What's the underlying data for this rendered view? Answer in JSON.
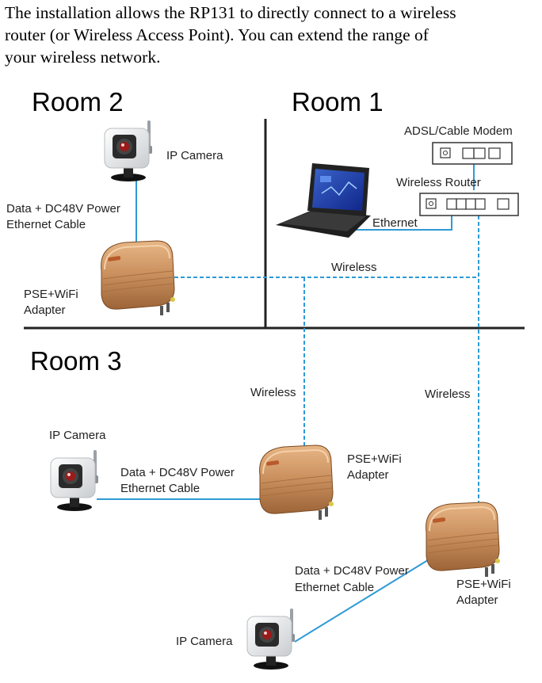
{
  "intro": {
    "line1": "The installation allows the RP131 to directly connect to a wireless",
    "line2": "router (or Wireless Access Point). You can extend the range of",
    "line3": "your wireless network."
  },
  "rooms": {
    "room1": "Room 1",
    "room2": "Room 2",
    "room3": "Room 3"
  },
  "labels": {
    "camera_room2": "IP Camera",
    "cable_room2_line1": "Data + DC48V Power",
    "cable_room2_line2": "Ethernet Cable",
    "adapter_room2_line1": "PSE+WiFi",
    "adapter_room2_line2": "Adapter",
    "modem": "ADSL/Cable Modem",
    "router": "Wireless Router",
    "ethernet": "Ethernet",
    "wireless_top": "Wireless",
    "wireless_left": "Wireless",
    "wireless_right": "Wireless",
    "camera_room3a": "IP Camera",
    "cable_room3a_line1": "Data + DC48V Power",
    "cable_room3a_line2": "Ethernet Cable",
    "adapter_room3a_line1": "PSE+WiFi",
    "adapter_room3a_line2": "Adapter",
    "cable_room3b_line1": "Data + DC48V Power",
    "cable_room3b_line2": "Ethernet Cable",
    "adapter_room3b_line1": "PSE+WiFi",
    "adapter_room3b_line2": "Adapter",
    "camera_room3b": "IP Camera"
  },
  "colors": {
    "cable": "#2e9ad6",
    "adapter_body": "#c98f5d",
    "wall": "#222222"
  }
}
